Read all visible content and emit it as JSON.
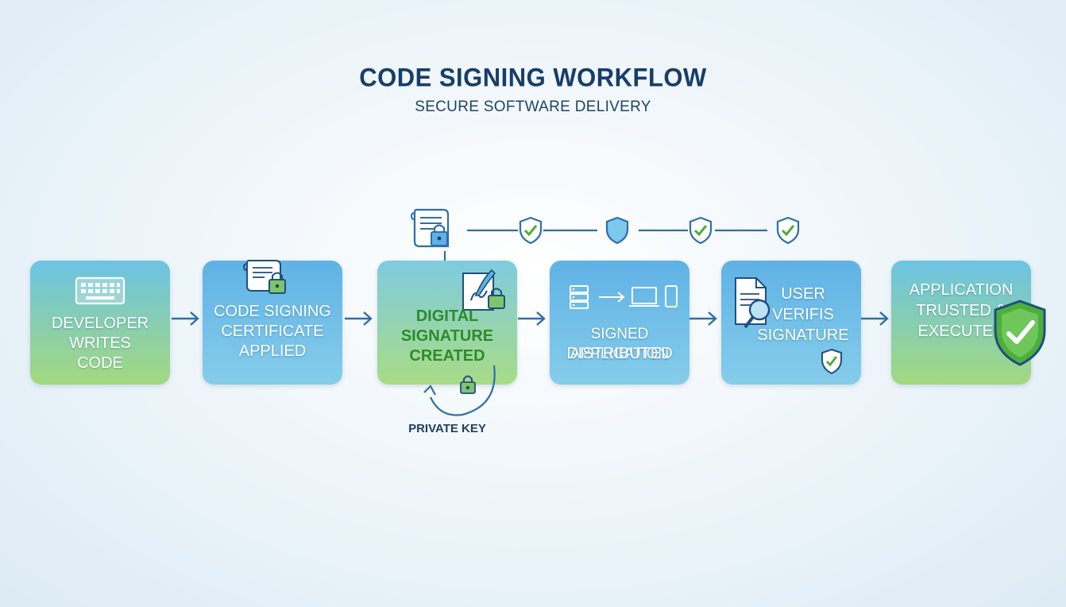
{
  "header": {
    "title": "CODE SIGNING WORKFLOW",
    "subtitle": "SECURE SOFTWARE DELIVERY"
  },
  "steps": [
    {
      "lines": [
        "DEVELOPER",
        "WRITES",
        "CODE"
      ],
      "icon": "keyboard-icon"
    },
    {
      "lines": [
        "CODE SIGNING",
        "CERTIFICATE",
        "APPLIED"
      ],
      "icon": "certificate-lock-icon"
    },
    {
      "lines": [
        "DIGITAL",
        "SIGNATURE",
        "CREATED"
      ],
      "icon": "quill-signature-icon"
    },
    {
      "lines": [
        "SIGNED APPLICATION",
        "DISTRIBUTED"
      ],
      "icon": "server-to-devices-icon"
    },
    {
      "lines": [
        "USER",
        "VERIFIS",
        "SIGNATURE"
      ],
      "icon": "document-magnifier-icon"
    },
    {
      "lines": [
        "APPLICATION",
        "TRUSTED &",
        "EXECUTED"
      ],
      "icon": "shield-check-icon"
    }
  ],
  "private_key_label": "PRIVATE KEY",
  "colors": {
    "title": "#163e6a",
    "arrow": "#2f6fa8",
    "accent_green": "#2e8b2a",
    "shield_green": "#4caf3a"
  }
}
